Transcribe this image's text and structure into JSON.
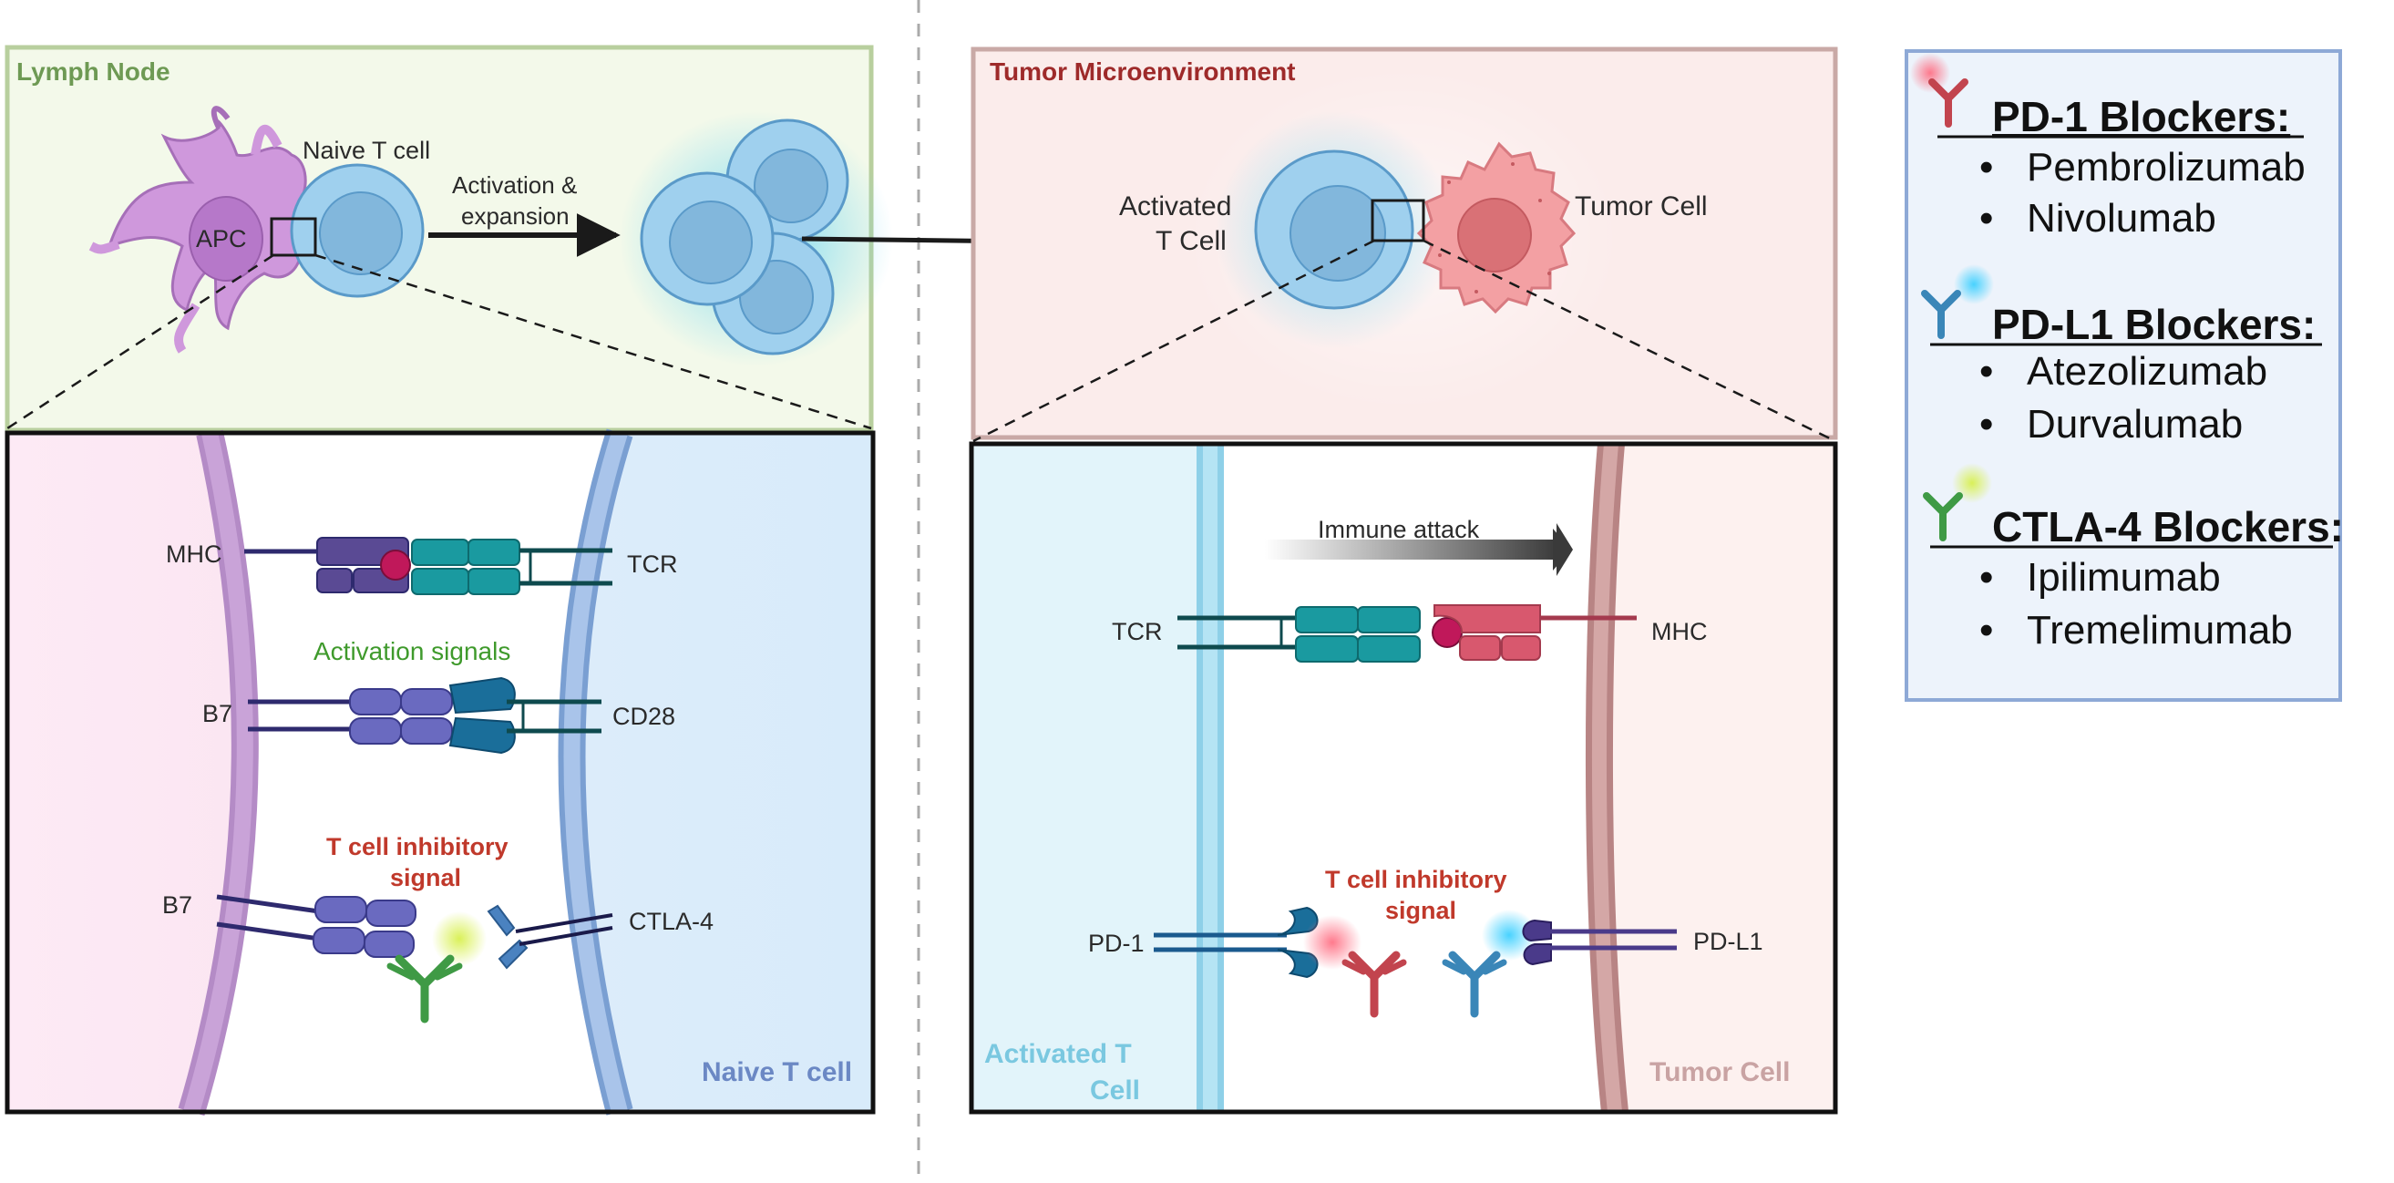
{
  "colors": {
    "lymph_bg": "#f3f9ea",
    "lymph_border": "#b8cf9e",
    "lymph_title": "#6e9a54",
    "tumor_env_bg": "#fbeceb",
    "tumor_env_border": "#c9a9a6",
    "tumor_env_title": "#9e2a2a",
    "legend_bg": "#edf3fb",
    "legend_border": "#8ea9d6",
    "activation_text": "#3f9a2c",
    "inhibitory_text": "#c0392b",
    "pd1_blocker": "#c2444e",
    "pdl1_blocker": "#3a86b8",
    "ctla4_blocker": "#3f9a45",
    "tcell_blue": "#9fd0ee",
    "apc_purple": "#cf98dc",
    "tumor_pink": "#f3a0a3"
  },
  "lymph_node": {
    "title": "Lymph Node",
    "apc_label": "APC",
    "naive_t_cell_label": "Naive T cell",
    "activation_label_line1": "Activation &",
    "activation_label_line2": "expansion"
  },
  "tumor_env": {
    "title": "Tumor Microenvironment",
    "activated_label_line1": "Activated",
    "activated_label_line2": "T Cell",
    "tumor_cell_label": "Tumor Cell"
  },
  "zoom_left": {
    "mhc": "MHC",
    "tcr": "TCR",
    "activation_signals": "Activation signals",
    "b7_top": "B7",
    "cd28": "CD28",
    "inhibitory_line1": "T cell inhibitory",
    "inhibitory_line2": "signal",
    "b7_bottom": "B7",
    "ctla4": "CTLA-4",
    "naive_t_cell": "Naive T cell"
  },
  "zoom_right": {
    "immune_attack": "Immune attack",
    "tcr": "TCR",
    "mhc": "MHC",
    "inhibitory_line1": "T cell inhibitory",
    "inhibitory_line2": "signal",
    "pd1": "PD-1",
    "pdl1": "PD-L1",
    "activated_line1": "Activated T",
    "activated_line2": "Cell",
    "tumor_cell": "Tumor Cell"
  },
  "legend": {
    "groups": [
      {
        "title": "PD-1 Blockers:",
        "drugs": [
          "Pembrolizumab",
          "Nivolumab"
        ]
      },
      {
        "title": "PD-L1 Blockers:",
        "drugs": [
          "Atezolizumab",
          "Durvalumab"
        ]
      },
      {
        "title": "CTLA-4 Blockers:",
        "drugs": [
          "Ipilimumab",
          "Tremelimumab"
        ]
      }
    ],
    "bullet": "•"
  }
}
